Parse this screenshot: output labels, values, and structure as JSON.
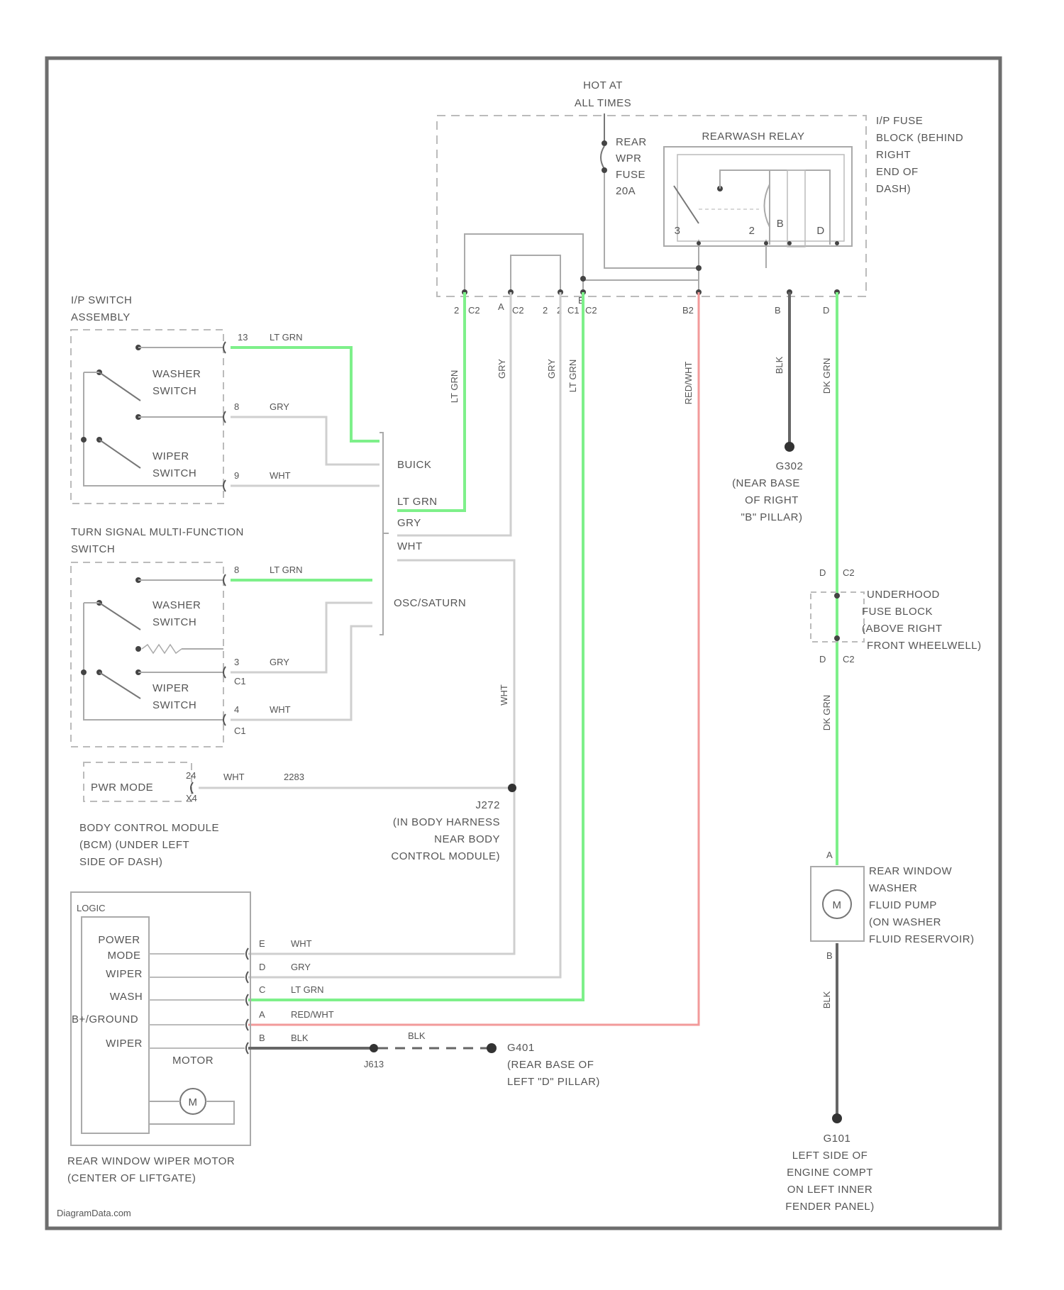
{
  "diagram": {
    "hot_label": [
      "HOT AT",
      "ALL TIMES"
    ],
    "fuse_label": [
      "REAR",
      "WPR",
      "FUSE",
      "20A"
    ],
    "relay_label": "REARWASH RELAY",
    "fuse_block_label": [
      "I/P FUSE",
      "BLOCK (BEHIND",
      "RIGHT",
      "END OF",
      "DASH)"
    ],
    "relay_pins": [
      "3",
      "2",
      "B",
      "D"
    ],
    "ip_connector_pins": [
      "2",
      "A",
      "2",
      "2",
      "B"
    ],
    "ip_pin_suffixes": [
      "C2",
      "C2",
      "C1",
      "C2"
    ],
    "right_pins": [
      "B2",
      "B",
      "D"
    ],
    "ip_switch_title": [
      "I/P SWITCH",
      "ASSEMBLY"
    ],
    "washer_switch": [
      "WASHER",
      "SWITCH"
    ],
    "wiper_switch": [
      "WIPER",
      "SWITCH"
    ],
    "turn_signal_title": [
      "TURN SIGNAL MULTI-FUNCTION",
      "SWITCH"
    ],
    "ip_wires": [
      {
        "pin": "13",
        "color": "LT GRN"
      },
      {
        "pin": "8",
        "color": "GRY"
      },
      {
        "pin": "9",
        "color": "WHT"
      }
    ],
    "ts_wires": [
      {
        "pin": "8",
        "color": "LT GRN"
      },
      {
        "pin": "3",
        "color": "GRY"
      },
      {
        "pin": "4",
        "color": "WHT"
      }
    ],
    "ts_connector_labels": [
      "C1",
      "C1"
    ],
    "trim_labels": [
      "BUICK",
      "LT GRN",
      "GRY",
      "WHT",
      "OSC/SATURN"
    ],
    "vertical_wire_labels": [
      "LT GRN",
      "GRY",
      "GRY",
      "LT GRN",
      "RED/WHT",
      "BLK",
      "DK GRN",
      "WHT",
      "DK GRN",
      "BLK"
    ],
    "pwr_mode": {
      "label": "PWR MODE",
      "pins": [
        "24",
        "X4"
      ],
      "wire": "WHT",
      "circuit": "2283"
    },
    "bcm_label": [
      "BODY CONTROL MODULE",
      "(BCM) (UNDER LEFT",
      "SIDE OF DASH)"
    ],
    "splice_label": [
      "J272",
      "(IN BODY HARNESS",
      "NEAR BODY",
      "CONTROL MODULE)"
    ],
    "g302_label": [
      "G302",
      "(NEAR BASE",
      "OF RIGHT",
      "\"B\" PILLAR)"
    ],
    "underhood_pins": [
      "D",
      "C2",
      "D",
      "C2"
    ],
    "underhood_label": [
      "UNDERHOOD",
      "FUSE BLOCK",
      "(ABOVE RIGHT",
      "FRONT WHEELWELL)"
    ],
    "pump_pins": [
      "A",
      "B"
    ],
    "pump_label": [
      "REAR WINDOW",
      "WASHER",
      "FLUID PUMP",
      "(ON WASHER",
      "FLUID RESERVOIR)"
    ],
    "motor_m": "M",
    "g101_label": [
      "G101",
      "LEFT SIDE OF",
      "ENGINE COMPT",
      "ON LEFT INNER",
      "FENDER PANEL)"
    ],
    "logic_label": "LOGIC",
    "motor_inputs": [
      "POWER",
      "MODE",
      "WIPER",
      "WASH",
      "B+/GROUND",
      "WIPER"
    ],
    "motor_word": "MOTOR",
    "motor_wires": [
      {
        "pin": "E",
        "color": "WHT"
      },
      {
        "pin": "D",
        "color": "GRY"
      },
      {
        "pin": "C",
        "color": "LT GRN"
      },
      {
        "pin": "A",
        "color": "RED/WHT"
      },
      {
        "pin": "B",
        "color": "BLK"
      }
    ],
    "ground_splice": "J613",
    "ground_blk": "BLK",
    "g401_label": [
      "G401",
      "(REAR BASE OF",
      "LEFT \"D\" PILLAR)"
    ],
    "rear_motor_label": [
      "REAR WINDOW WIPER MOTOR",
      "(CENTER OF LIFTGATE)"
    ],
    "footer": "DiagramData.com"
  },
  "colors": {
    "green": "#7ef08a",
    "red": "#f29a9a",
    "wire": "#cfcfcf",
    "black": "#555555",
    "frame": "#6e6e6e"
  }
}
